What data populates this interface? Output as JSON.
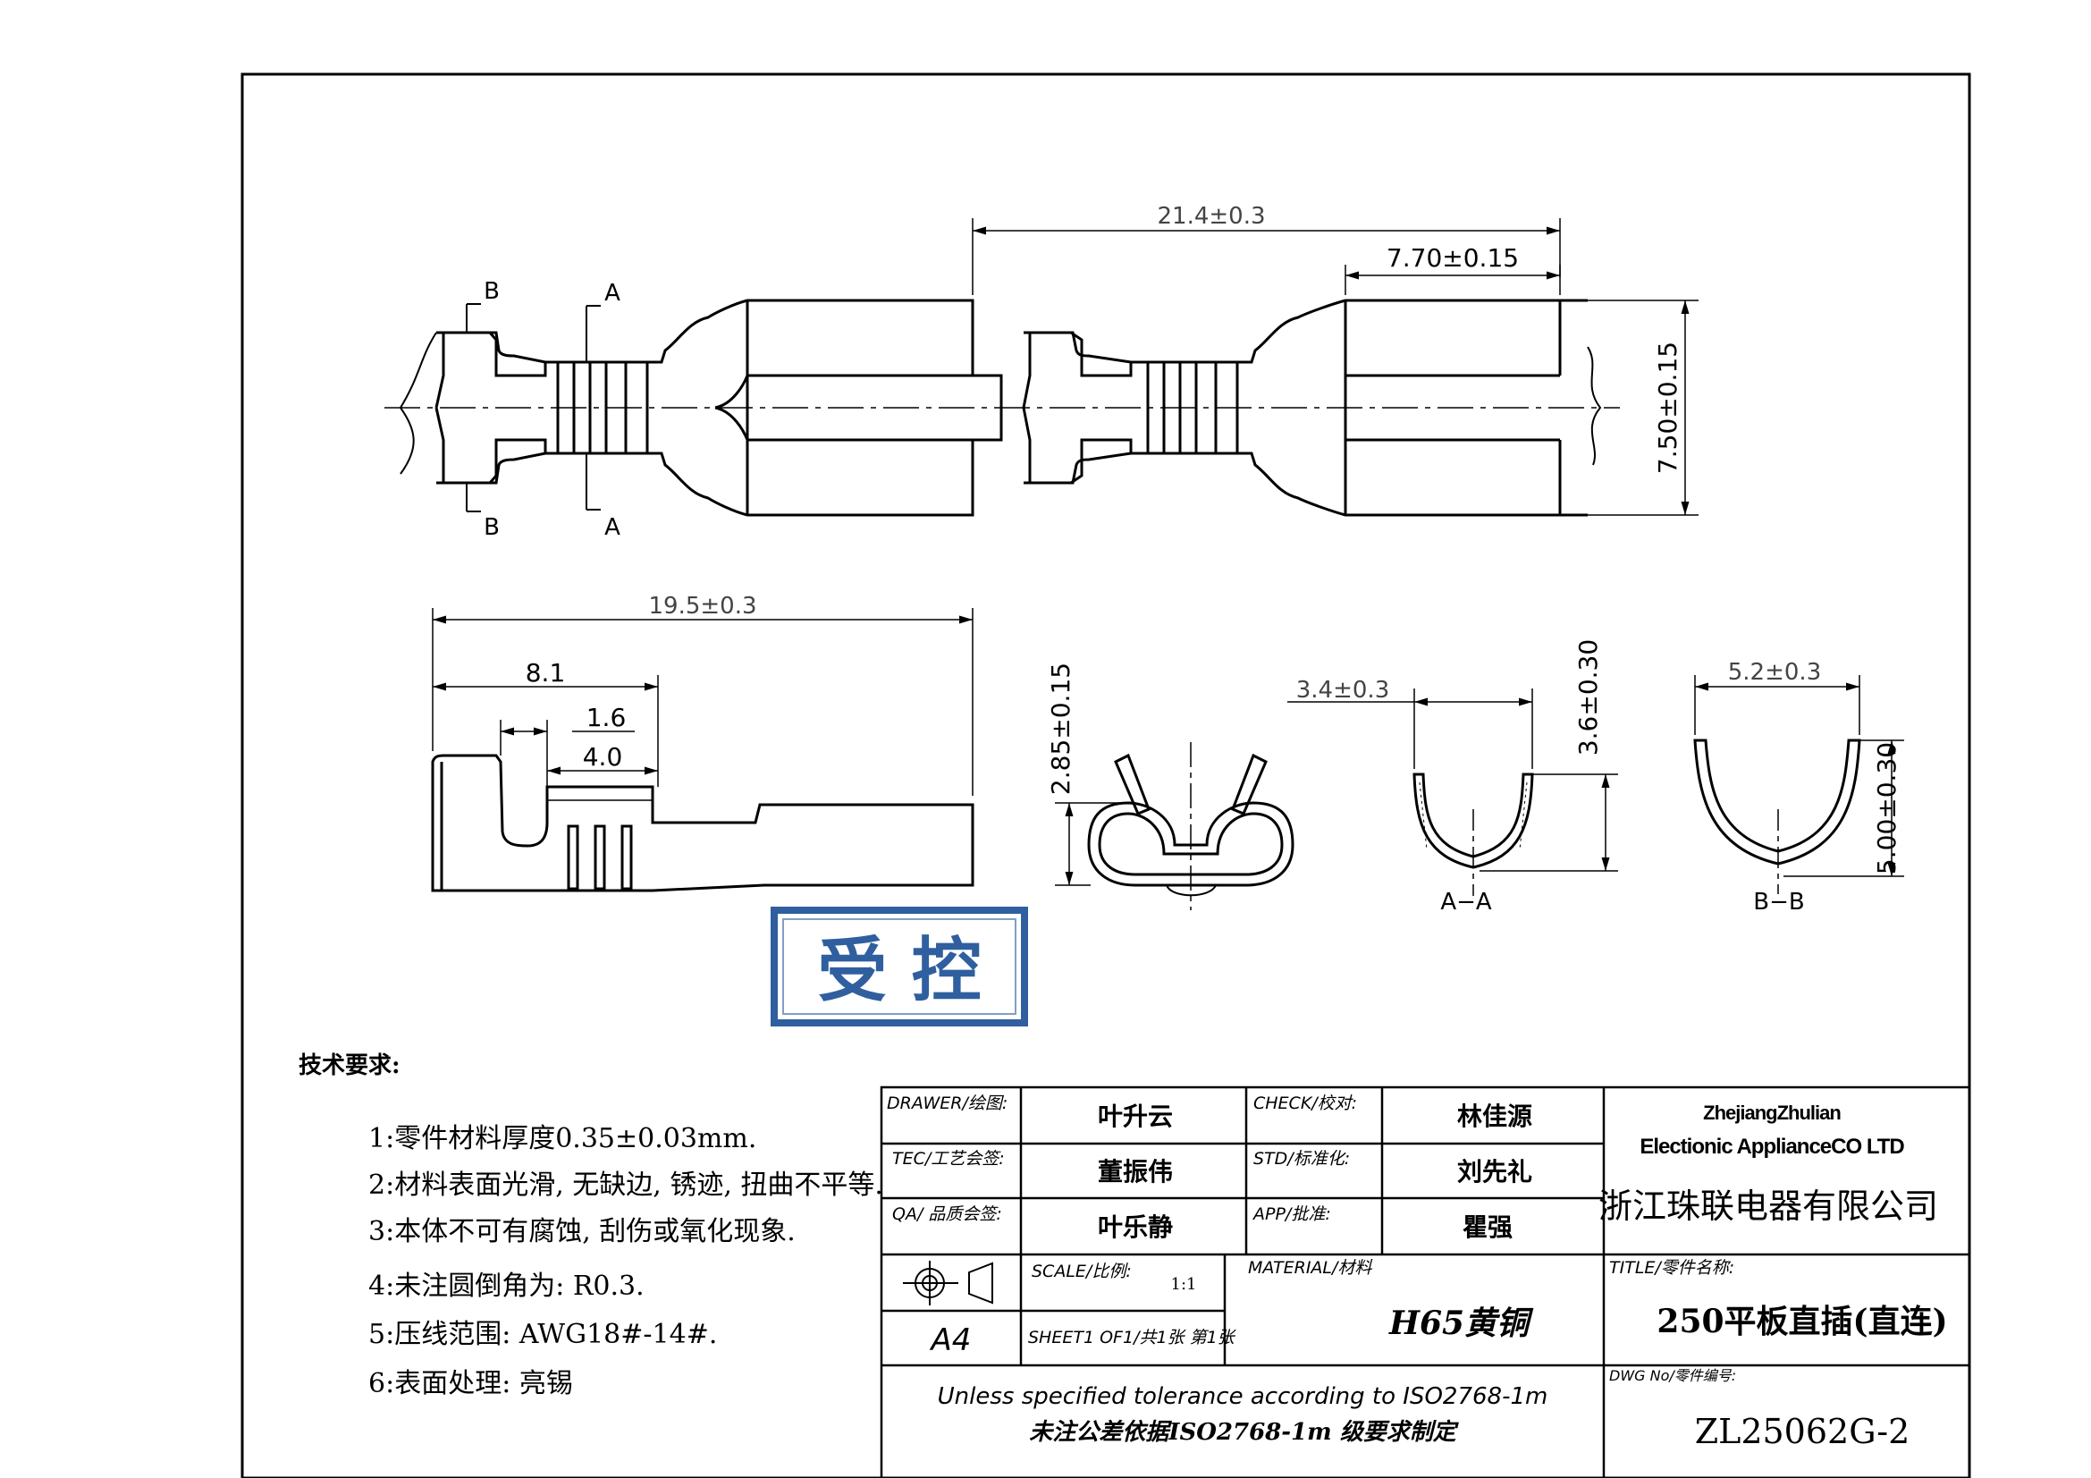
{
  "drawing": {
    "dimensions": {
      "overall_length": "21.4±0.3",
      "contact_length": "7.70±0.15",
      "contact_width": "7.50±0.15",
      "side_length": "19.5±0.3",
      "side_8_1": "8.1",
      "side_1_6": "1.6",
      "side_4_0": "4.0",
      "end_height": "2.85±0.15",
      "aa_width": "3.4±0.3",
      "aa_height": "3.6±0.30",
      "bb_width": "5.2±0.3",
      "bb_height": "5.00±0.30"
    },
    "section_marks": {
      "a": "A",
      "b": "B",
      "aa_label": "A−A",
      "bb_label": "B−B"
    },
    "stamp_text": "受 控"
  },
  "requirements": {
    "heading": "技术要求:",
    "items": [
      "1:零件材料厚度0.35±0.03mm.",
      "2:材料表面光滑, 无缺边, 锈迹, 扭曲不平等.",
      "3:本体不可有腐蚀, 刮伤或氧化现象.",
      "4:未注圆倒角为: R0.3.",
      "5:压线范围: AWG18#-14#.",
      "6:表面处理: 亮锡"
    ]
  },
  "title_block": {
    "drawer_label": "DRAWER/绘图:",
    "drawer": "叶升云",
    "check_label": "CHECK/校对:",
    "check": "林佳源",
    "tec_label": "TEC/工艺会签:",
    "tec": "董振伟",
    "std_label": "STD/标准化:",
    "std": "刘先礼",
    "qa_label": "QA/ 品质会签:",
    "qa": "叶乐静",
    "app_label": "APP/批准:",
    "app": "瞿强",
    "company_en_1": "ZhejiangZhulian",
    "company_en_2": "Electionic ApplianceCO LTD",
    "company_cn": "浙江珠联电器有限公司",
    "scale_label": "SCALE/比例:",
    "scale": "1:1",
    "material_label": "MATERIAL/材料",
    "material": "H65黄铜",
    "title_label": "TITLE/零件名称:",
    "title": "250平板直插(直连)",
    "paper_size": "A4",
    "sheet": "SHEET1 OF1/共1张 第1张",
    "tolerance_en": "Unless specified tolerance according to ISO2768-1m",
    "tolerance_cn": "未注公差依据ISO2768-1m 级要求制定",
    "dwg_label": "DWG No/零件编号:",
    "dwg_no": "ZL25062G-2"
  }
}
